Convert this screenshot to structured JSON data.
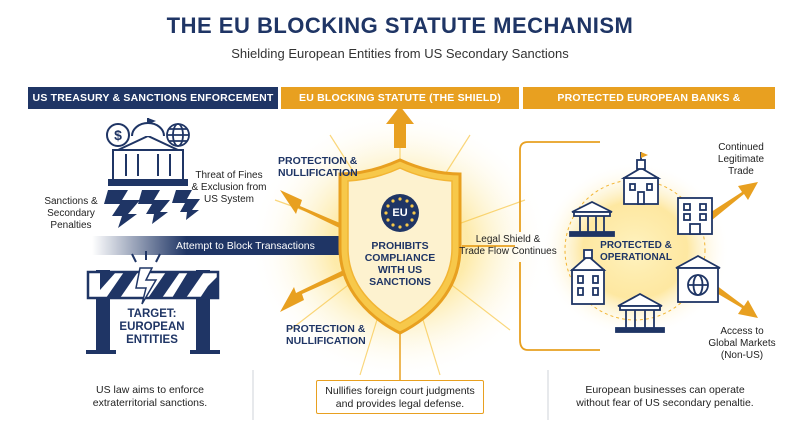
{
  "title": "THE EU BLOCKING STATUTE MECHANISM",
  "subtitle": "Shielding European Entities from US Secondary Sanctions",
  "headers": {
    "left": "US TREASURY & SANCTIONS ENFORCEMENT",
    "center": "EU BLOCKING STATUTE (THE SHIELD)",
    "right": "PROTECTED EUROPEAN BANKS & BUSINESSES"
  },
  "left": {
    "threat_line1": "Threat of Fines",
    "threat_line2": "& Exclusion from",
    "threat_line3": "US System",
    "sanctions_line1": "Sanctions &",
    "sanctions_line2": "Secondary",
    "sanctions_line3": "Penalties",
    "attempt": "Attempt to Block Transactions",
    "target_line1": "TARGET:",
    "target_line2": "EUROPEAN",
    "target_line3": "ENTITIES",
    "footer_line1": "US law aims to enforce",
    "footer_line2": "extraterritorial sanctions."
  },
  "center": {
    "protection_top_line1": "PROTECTION &",
    "protection_top_line2": "NULLIFICATION",
    "protection_bottom_line1": "PROTECTION &",
    "protection_bottom_line2": "NULLIFICATION",
    "shield_badge": "EU",
    "shield_line1": "PROHIBITS",
    "shield_line2": "COMPLIANCE",
    "shield_line3": "WITH US",
    "shield_line4": "SANCTIONS",
    "note_line1": "Nullifies foreign court judgments",
    "note_line2": "and provides legal defense."
  },
  "right": {
    "legal_line1": "Legal Shield &",
    "legal_line2": "Trade Flow Continues",
    "protected_line1": "PROTECTED &",
    "protected_line2": "OPERATIONAL",
    "continued_line1": "Continued",
    "continued_line2": "Legitimate",
    "continued_line3": "Trade",
    "access_line1": "Access to",
    "access_line2": "Global Markets",
    "access_line3": "(Non-US)",
    "footer_line1": "European businesses can operate",
    "footer_line2": "without fear of US secondary penaltie."
  },
  "colors": {
    "navy": "#1f3565",
    "gold": "#e8a020",
    "glow": "#fbd25a"
  }
}
